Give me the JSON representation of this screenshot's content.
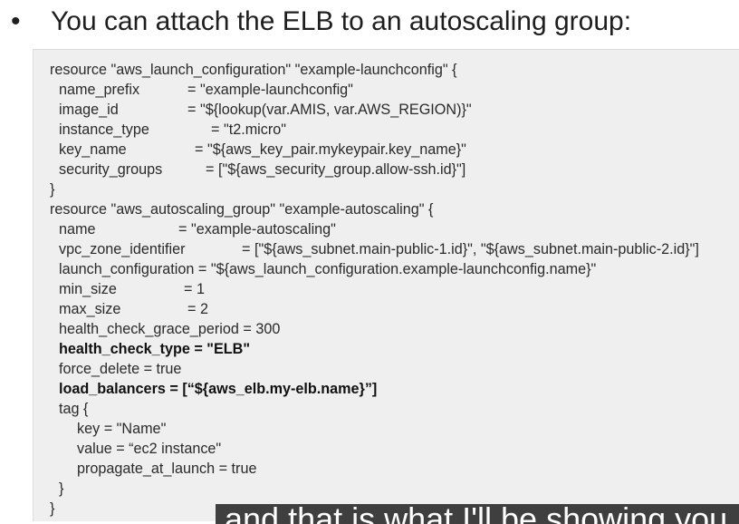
{
  "slide": {
    "bullet": "•",
    "heading": "You can attach the ELB to an autoscaling group:"
  },
  "code_lines": [
    {
      "name": "resource \"aws_launch_configuration\" \"example-launchconfig\" {"
    },
    {
      "name": "name_prefix",
      "value": "= \"example-launchconfig\""
    },
    {
      "name": "image_id",
      "value": "= \"${lookup(var.AMIS, var.AWS_REGION)}\""
    },
    {
      "name": "instance_type",
      "value": "= \"t2.micro\""
    },
    {
      "name": "key_name",
      "value": "= \"${aws_key_pair.mykeypair.key_name}\""
    },
    {
      "name": "security_groups",
      "value": "= [\"${aws_security_group.allow-ssh.id}\"]"
    },
    {
      "name": "}"
    },
    {
      "name": "resource \"aws_autoscaling_group\" \"example-autoscaling\" {"
    },
    {
      "name": "name",
      "value": "= \"example-autoscaling\""
    },
    {
      "name": "vpc_zone_identifier",
      "value": "= [\"${aws_subnet.main-public-1.id}\", \"${aws_subnet.main-public-2.id}\"]"
    },
    {
      "name": "launch_configuration = \"${aws_launch_configuration.example-launchconfig.name}\""
    },
    {
      "name": "min_size",
      "value": "= 1"
    },
    {
      "name": "max_size",
      "value": "= 2"
    },
    {
      "name": "health_check_grace_period = 300"
    },
    {
      "name": "health_check_type = \"ELB\"",
      "bold": true
    },
    {
      "name": "force_delete = true"
    },
    {
      "name": "load_balancers = [“${aws_elb.my-elb.name}”]",
      "bold": true
    },
    {
      "name": "tag {"
    },
    {
      "name": "key = \"Name\""
    },
    {
      "name": "value = “ec2 instance\""
    },
    {
      "name": "propagate_at_launch = true"
    },
    {
      "name": "}"
    },
    {
      "name": "}"
    }
  ],
  "caption": {
    "text": "and that is what I'll be showing you"
  }
}
